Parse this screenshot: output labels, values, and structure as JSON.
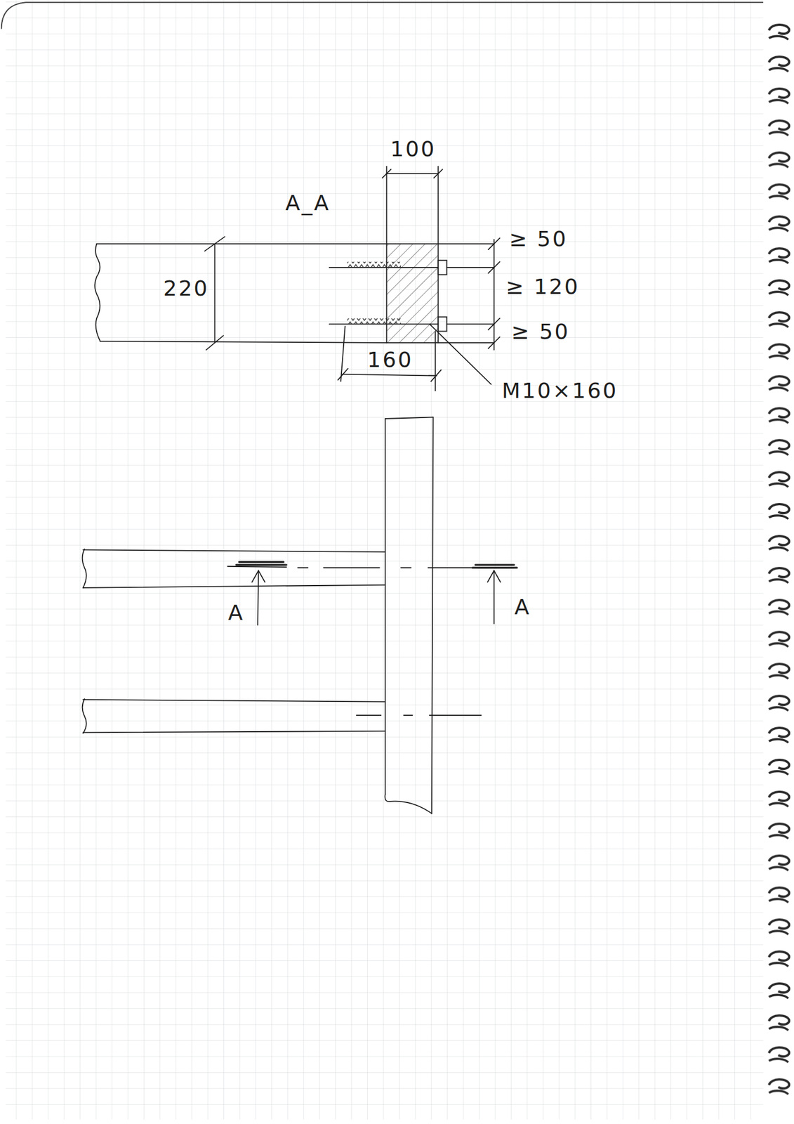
{
  "diagram": {
    "labels": [
      "100",
      "A_A",
      "≥ 50",
      "220",
      "≥ 120",
      "≥ 50",
      "160",
      "M10×160",
      "A",
      "A"
    ]
  }
}
